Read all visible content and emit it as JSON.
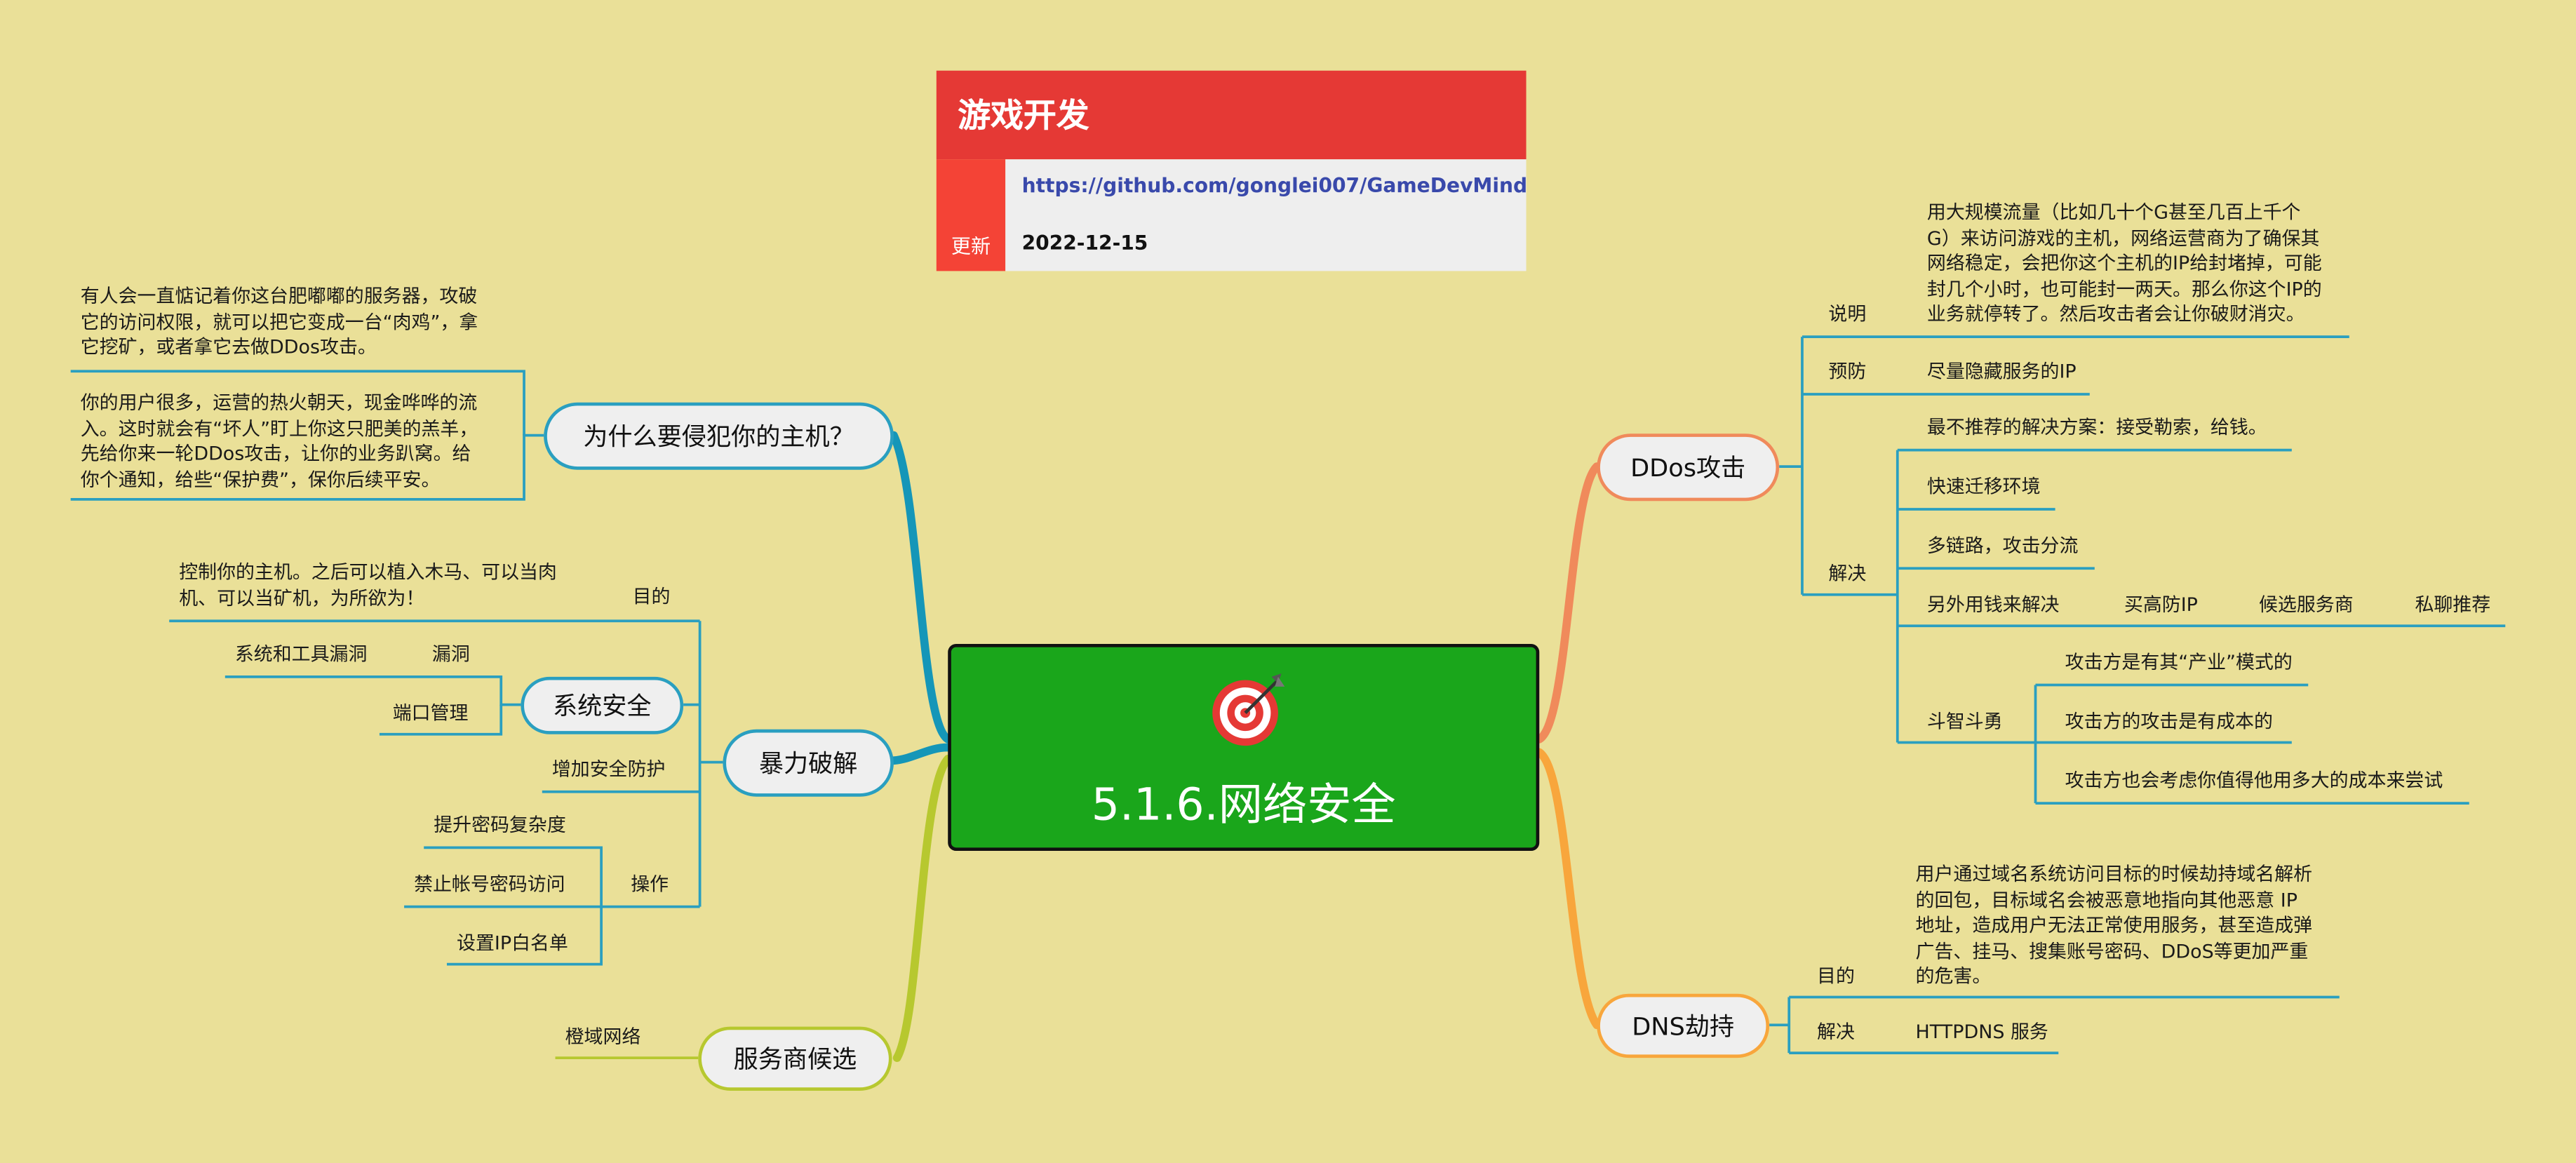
{
  "info_card": {
    "title": "游戏开发",
    "link": "https://github.com/gonglei007/GameDevMind",
    "update_label": "更新",
    "update_date": "2022-12-15"
  },
  "center": {
    "title": "5.1.6.网络安全",
    "icon": "target-arrow-icon"
  },
  "colors": {
    "background": "#EAE098",
    "center_fill": "#1AA61B",
    "card_header": "#E53935",
    "blue_branch": "#2A9FC0",
    "orange_branch": "#F08A5B",
    "gold_branch": "#F8A63C",
    "lime_branch": "#B7C82F"
  },
  "left": {
    "why": {
      "label": "为什么要侵犯你的主机？",
      "note1": "有人会一直惦记着你这台肥嘟嘟的服务器，攻破\n它的访问权限，就可以把它变成一台“肉鸡”，拿\n它挖矿，或者拿它去做DDos攻击。",
      "note2": "你的用户很多，运营的热火朝天，现金哗哗的流\n入。这时就会有“坏人”盯上你这只肥美的羔羊，\n先给你来一轮DDos攻击，让你的业务趴窝。给\n你个通知，给些“保护费”，保你后续平安。"
    },
    "brute": {
      "label": "暴力破解",
      "purpose_label": "目的",
      "purpose_text": "控制你的主机。之后可以植入木马、可以当肉\n机、可以当矿机，为所欲为！",
      "syssec": {
        "label": "系统安全",
        "vuln_label": "漏洞",
        "vuln_item": "系统和工具漏洞",
        "port": "端口管理"
      },
      "add_protection": "增加安全防护",
      "ops": {
        "label": "操作",
        "items": [
          "提升密码复杂度",
          "禁止帐号密码访问",
          "设置IP白名单"
        ]
      }
    },
    "provider": {
      "label": "服务商候选",
      "item": "橙域网络"
    }
  },
  "right": {
    "ddos": {
      "label": "DDos攻击",
      "explain_label": "说明",
      "explain_text": "用大规模流量（比如几十个G甚至几百上千个\nG）来访问游戏的主机，网络运营商为了确保其\n网络稳定，会把你这个主机的IP给封堵掉，可能\n封几个小时，也可能封一两天。那么你这个IP的\n业务就停转了。然后攻击者会让你破财消灾。",
      "prevent_label": "预防",
      "prevent_text": "尽量隐藏服务的IP",
      "solve_label": "解决",
      "solve_items": [
        "最不推荐的解决方案：接受勒索，给钱。",
        "快速迁移环境",
        "多链路，攻击分流"
      ],
      "money": {
        "label": "另外用钱来解决",
        "items": [
          "买高防IP",
          "候选服务商",
          "私聊推荐"
        ]
      },
      "fight": {
        "label": "斗智斗勇",
        "items": [
          "攻击方是有其“产业”模式的",
          "攻击方的攻击是有成本的",
          "攻击方也会考虑你值得他用多大的成本来尝试"
        ]
      }
    },
    "dns": {
      "label": "DNS劫持",
      "purpose_label": "目的",
      "purpose_text": "用户通过域名系统访问目标的时候劫持域名解析\n的回包，目标域名会被恶意地指向其他恶意 IP\n地址，造成用户无法正常使用服务，甚至造成弹\n广告、挂马、搜集账号密码、DDoS等更加严重\n的危害。",
      "solve_label": "解决",
      "solve_text": "HTTPDNS 服务"
    }
  }
}
